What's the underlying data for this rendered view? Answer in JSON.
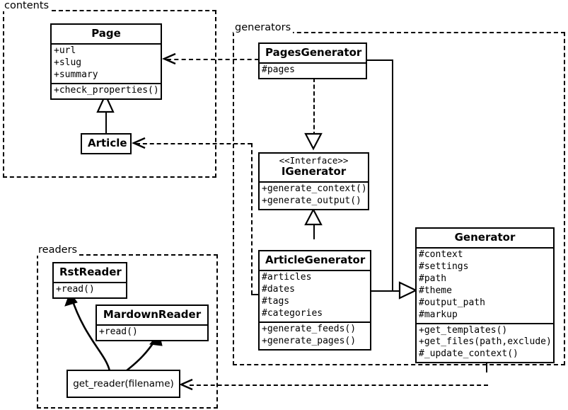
{
  "diagram": {
    "title": "Pelican UML class diagram",
    "type": "uml-class-diagram",
    "background": "#ffffff",
    "stroke": "#000000"
  },
  "packages": [
    {
      "id": "contents",
      "label": "contents"
    },
    {
      "id": "generators",
      "label": "generators"
    },
    {
      "id": "readers",
      "label": "readers"
    }
  ],
  "classes": {
    "page": {
      "name": "Page",
      "attributes": [
        "+url",
        "+slug",
        "+summary"
      ],
      "methods": [
        "+check_properties()"
      ]
    },
    "article": {
      "name": "Article",
      "attributes": [],
      "methods": []
    },
    "pages_generator": {
      "name": "PagesGenerator",
      "attributes": [
        "#pages"
      ],
      "methods": []
    },
    "igenerator": {
      "stereotype": "<<Interface>>",
      "name": "IGenerator",
      "attributes": [],
      "methods": [
        "+generate_context()",
        "+generate_output()"
      ]
    },
    "article_generator": {
      "name": "ArticleGenerator",
      "attributes": [
        "#articles",
        "#dates",
        "#tags",
        "#categories"
      ],
      "methods": [
        "+generate_feeds()",
        "+generate_pages()"
      ]
    },
    "generator": {
      "name": "Generator",
      "attributes": [
        "#context",
        "#settings",
        "#path",
        "#theme",
        "#output_path",
        "#markup"
      ],
      "methods": [
        "+get_templates()",
        "+get_files(path,exclude)",
        "#_update_context()"
      ]
    },
    "rst_reader": {
      "name": "RstReader",
      "attributes": [],
      "methods": [
        "+read()"
      ]
    },
    "mardown_reader": {
      "name": "MardownReader",
      "attributes": [],
      "methods": [
        "+read()"
      ]
    },
    "get_reader": {
      "name": "get_reader(filename)"
    }
  },
  "relations": [
    {
      "id": "article-inherits-page",
      "kind": "generalization",
      "from": "Article",
      "to": "Page"
    },
    {
      "id": "pagesgenerator-realizes-igenerator",
      "kind": "realization",
      "from": "PagesGenerator",
      "to": "IGenerator"
    },
    {
      "id": "articlegenerator-realizes-igenerator",
      "kind": "realization",
      "from": "ArticleGenerator",
      "to": "IGenerator"
    },
    {
      "id": "pagesgenerator-inherits-generator",
      "kind": "generalization",
      "from": "PagesGenerator",
      "to": "Generator"
    },
    {
      "id": "articlegenerator-inherits-generator",
      "kind": "generalization",
      "from": "ArticleGenerator",
      "to": "Generator"
    },
    {
      "id": "pagesgenerator-uses-page",
      "kind": "dependency",
      "from": "PagesGenerator",
      "to": "Page"
    },
    {
      "id": "articlegenerator-uses-article",
      "kind": "dependency",
      "from": "ArticleGenerator",
      "to": "Article"
    },
    {
      "id": "generator-uses-getreader",
      "kind": "dependency",
      "from": "Generator",
      "to": "get_reader(filename)"
    },
    {
      "id": "getreader-creates-rstreader",
      "kind": "creates",
      "from": "get_reader(filename)",
      "to": "RstReader"
    },
    {
      "id": "getreader-creates-mardownreader",
      "kind": "creates",
      "from": "get_reader(filename)",
      "to": "MardownReader"
    }
  ]
}
